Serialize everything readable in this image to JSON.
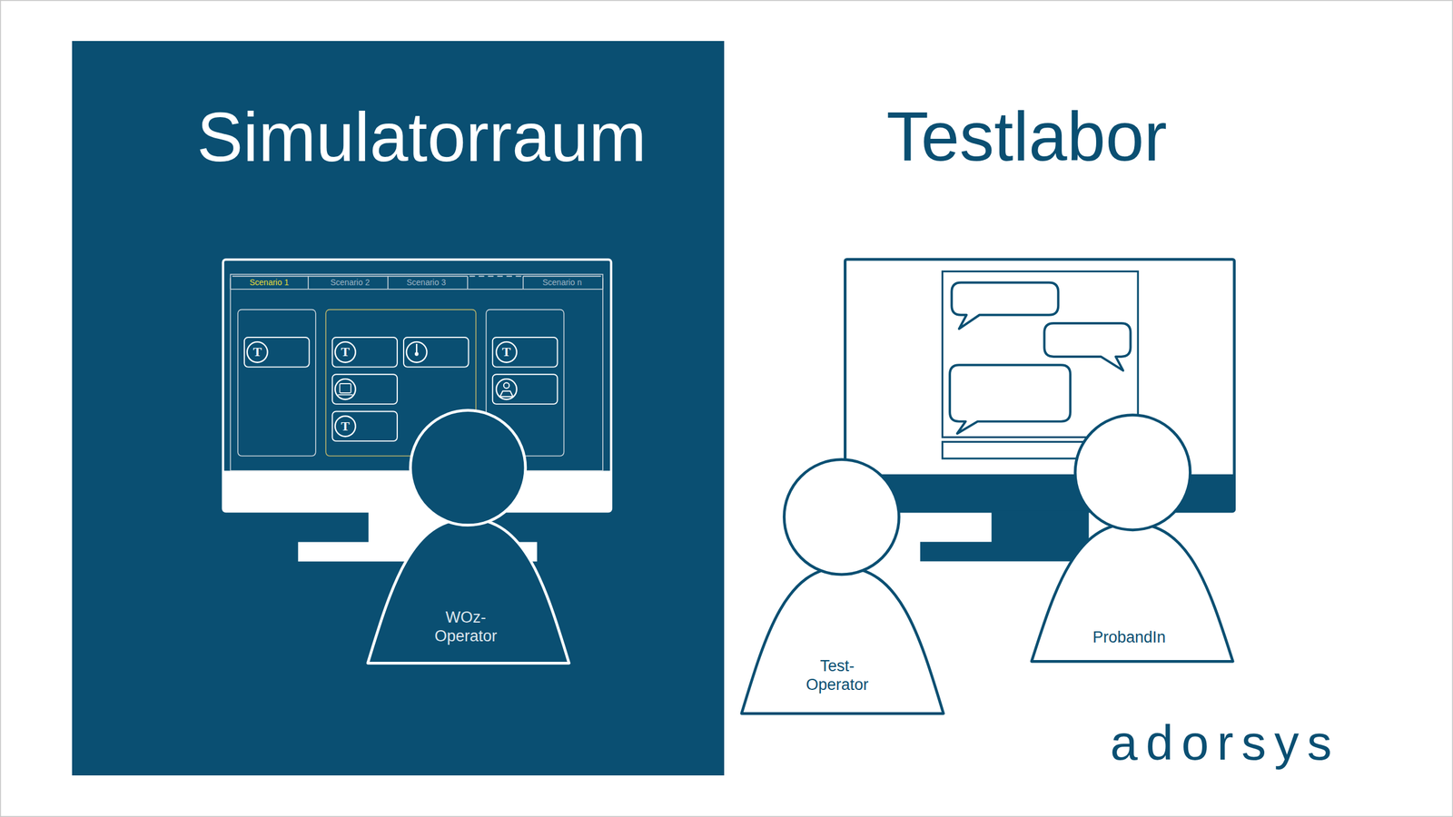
{
  "diagram": {
    "nodes": [
      {
        "text": [
          "Simulatorraum"
        ]
      },
      {
        "text": [
          "WOz- Operator"
        ],
        "in": 0
      },
      {
        "text": [
          "Test- Operator"
        ]
      },
      {
        "text": [
          "ProbandIn"
        ]
      }
    ],
    "labels": [
      "Testlabor",
      "Scenario 1",
      "Scenario 2",
      "Scenario 3",
      "Scenario n",
      "T",
      "T",
      "T",
      "T",
      "adorsys"
    ]
  }
}
